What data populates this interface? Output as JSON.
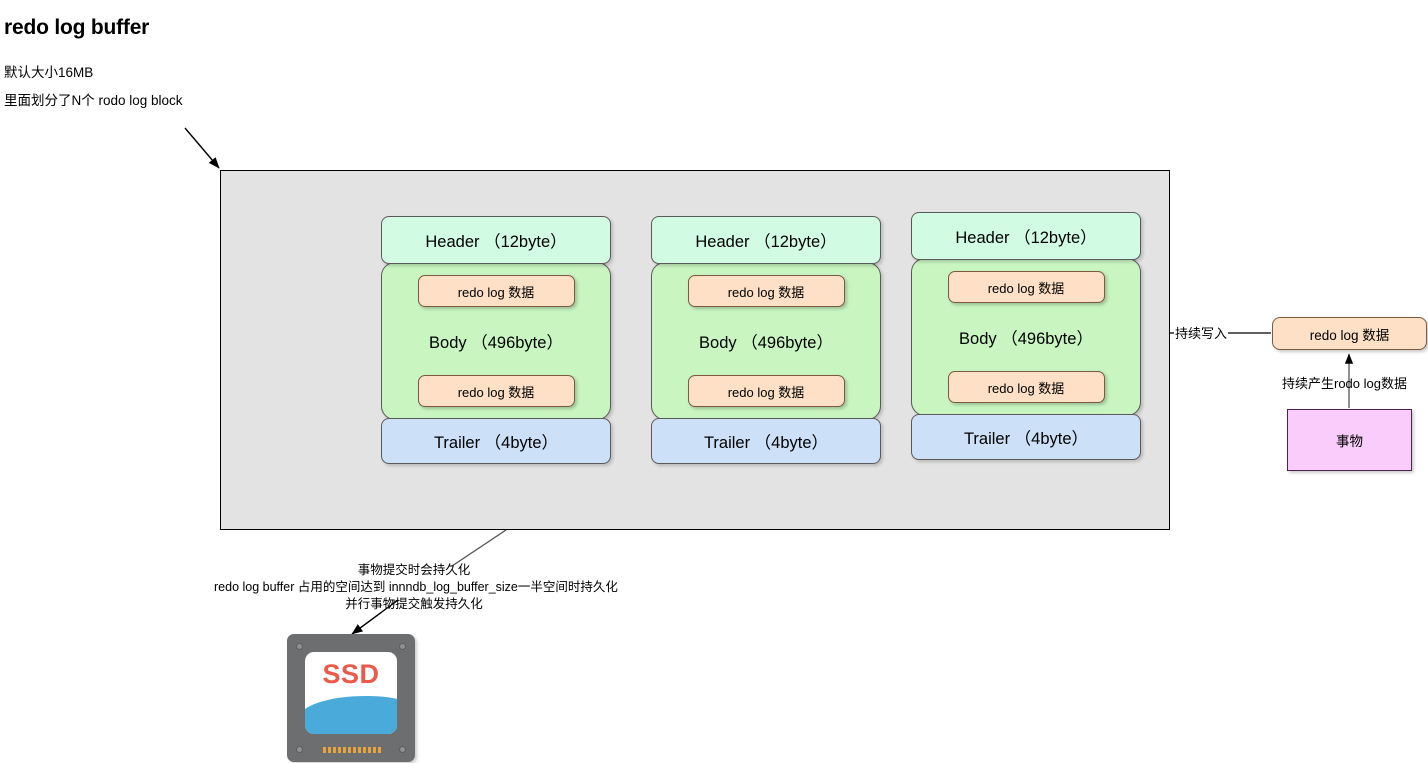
{
  "title": "redo log buffer",
  "notes": {
    "size": "默认大小16MB",
    "blocks": "里面划分了N个 rodo log block"
  },
  "buffer": {
    "blocks": [
      {
        "header": "Header （12byte）",
        "body": "Body （496byte）",
        "chip_top": "redo log 数据",
        "chip_bottom": "redo log 数据",
        "trailer": "Trailer （4byte）"
      },
      {
        "header": "Header （12byte）",
        "body": "Body （496byte）",
        "chip_top": "redo log 数据",
        "chip_bottom": "redo log 数据",
        "trailer": "Trailer （4byte）"
      },
      {
        "header": "Header （12byte）",
        "body": "Body （496byte）",
        "chip_top": "redo log 数据",
        "chip_bottom": "redo log 数据",
        "trailer": "Trailer （4byte）"
      }
    ]
  },
  "right_side": {
    "write_label": "持续写入",
    "redo_source": "redo log 数据",
    "generate_label": "持续产生rodo log数据",
    "transaction": "事物"
  },
  "persist_notes": [
    "事物提交时会持久化",
    "redo log buffer 占用的空间达到  innndb_log_buffer_size一半空间时持久化",
    "并行事物提交触发持久化"
  ],
  "ssd": {
    "label": "SSD"
  },
  "colors": {
    "container_bg": "#e3e3e3",
    "header_bg": "#d2fbe3",
    "body_bg": "#c8f5c0",
    "trailer_bg": "#cce0f8",
    "chip_bg": "#fde0c5",
    "chip_border": "#7d5a3c",
    "transaction_bg": "#f9ccfb",
    "transaction_border": "#4c2050",
    "ssd_body": "#6d6e70",
    "ssd_text": "#ea5a4a",
    "ssd_wave": "#4aaada",
    "ssd_pin": "#e8a33d",
    "stroke": "#000000"
  }
}
